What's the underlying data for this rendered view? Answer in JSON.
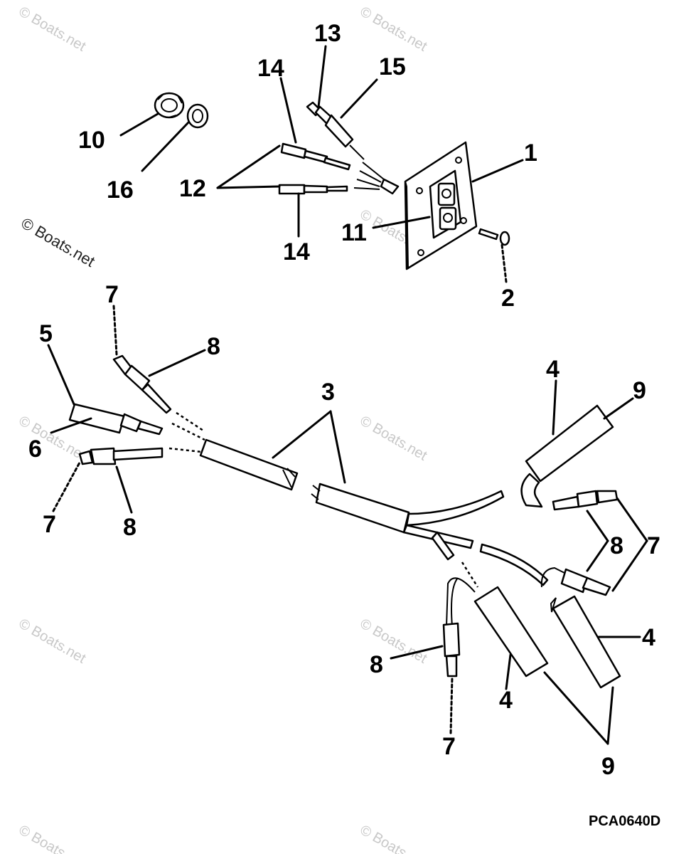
{
  "diagram": {
    "callouts": {
      "c1": "1",
      "c2": "2",
      "c3": "3",
      "c4a": "4",
      "c4b": "4",
      "c4c": "4",
      "c5": "5",
      "c6": "6",
      "c7a": "7",
      "c7b": "7",
      "c7c": "7",
      "c7d": "7",
      "c8a": "8",
      "c8b": "8",
      "c8c": "8",
      "c8d": "8",
      "c9a": "9",
      "c9b": "9",
      "c10": "10",
      "c11": "11",
      "c12": "12",
      "c13": "13",
      "c14a": "14",
      "c14b": "14",
      "c15": "15",
      "c16": "16"
    },
    "code": "PCA0640D",
    "watermark_text": "© Boats.net",
    "colors": {
      "ink": "#000000",
      "watermark": "#c8c8c8",
      "background": "#ffffff"
    }
  }
}
